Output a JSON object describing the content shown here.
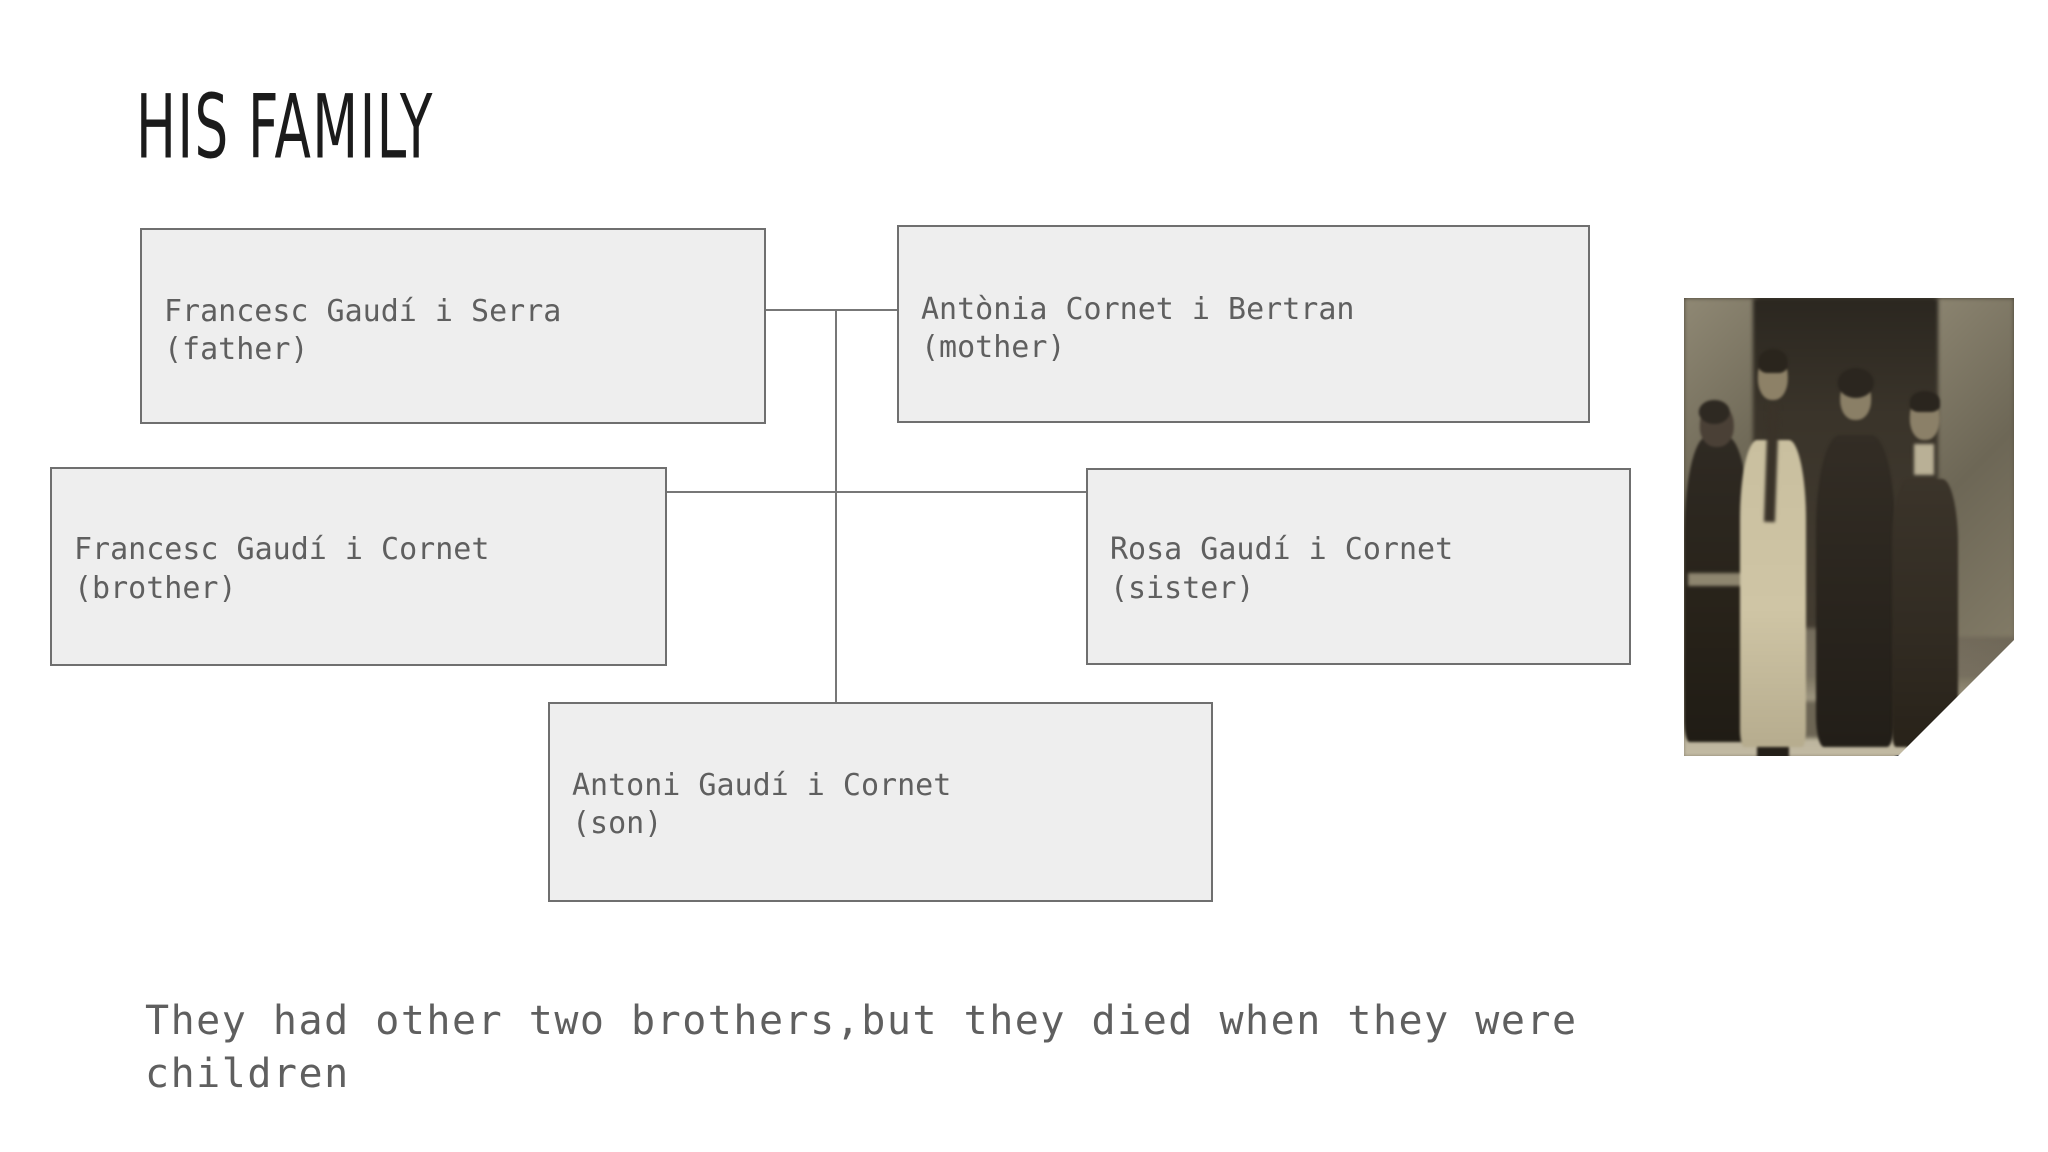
{
  "slide": {
    "title": "HIS FAMILY",
    "background_color": "#ffffff"
  },
  "colors": {
    "box_fill": "#eeeeee",
    "box_border": "#6f6f6f",
    "box_text": "#5f5f5f",
    "title_text": "#1b1b1b",
    "connector": "#777777",
    "caption_text": "#5f5f5f"
  },
  "family_tree": {
    "nodes": [
      {
        "id": "father",
        "name": "Francesc Gaudí i Serra",
        "role": "(father)"
      },
      {
        "id": "mother",
        "name": "Antònia Cornet i Bertran",
        "role": "(mother)"
      },
      {
        "id": "brother",
        "name": "Francesc Gaudí i Cornet",
        "role": "(brother)"
      },
      {
        "id": "sister",
        "name": "Rosa Gaudí i Cornet",
        "role": "(sister)"
      },
      {
        "id": "son",
        "name": "Antoni Gaudí i Cornet",
        "role": "(son)"
      }
    ],
    "connectors": [
      {
        "id": "parents-link",
        "type": "horizontal"
      },
      {
        "id": "trunk",
        "type": "vertical"
      },
      {
        "id": "siblings-bar",
        "type": "horizontal"
      }
    ]
  },
  "photo": {
    "alt": "vintage sepia family photograph of four people standing in a doorway",
    "people_count": 4,
    "tone": "sepia"
  },
  "caption": {
    "line1": "They had other two brothers,but they died when they were",
    "line2": "children"
  }
}
